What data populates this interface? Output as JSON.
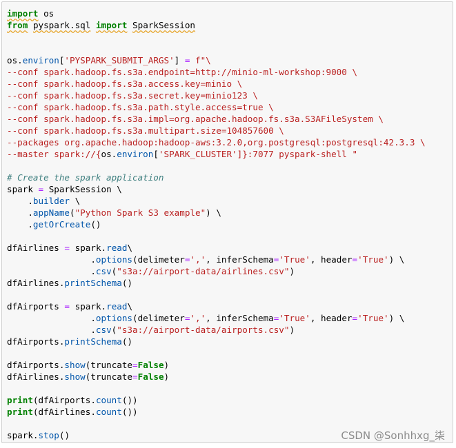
{
  "code": {
    "import_kw": "import",
    "from_kw": "from",
    "mod_os": "os",
    "mod_pyspark": "pyspark.sql",
    "cls_spark_session": "SparkSession",
    "environ_prefix": "os.",
    "environ": "environ",
    "submit_args_key": "'PYSPARK_SUBMIT_ARGS'",
    "assign": "=",
    "fstring_open": "f\"\\",
    "conf_lines": [
      "--conf spark.hadoop.fs.s3a.endpoint=http://minio-ml-workshop:9000 \\",
      "--conf spark.hadoop.fs.s3a.access.key=minio \\",
      "--conf spark.hadoop.fs.s3a.secret.key=minio123 \\",
      "--conf spark.hadoop.fs.s3a.path.style.access=true \\",
      "--conf spark.hadoop.fs.s3a.impl=org.apache.hadoop.fs.s3a.S3AFileSystem \\",
      "--conf spark.hadoop.fs.s3a.multipart.size=104857600 \\",
      "--packages org.apache.hadoop:hadoop-aws:3.2.0,org.postgresql:postgresql:42.3.3 \\"
    ],
    "master_prefix": "--master spark://{",
    "master_os": "os.",
    "master_environ": "environ",
    "cluster_key": "'SPARK_CLUSTER'",
    "master_suffix": "]}:7077 pyspark-shell \"",
    "comment": "# Create the spark application",
    "spark_var": "spark",
    "builder": "builder",
    "app_name_fn": "appName",
    "app_name_arg": "\"Python Spark S3 example\"",
    "get_or_create": "getOrCreate",
    "df_airlines": "dfAirlines",
    "df_airports": "dfAirports",
    "read": "read",
    "options": "options",
    "csv": "csv",
    "delimeter": "delimeter",
    "comma": "','",
    "infer_schema": "inferSchema",
    "true_str": "'True'",
    "header": "header",
    "airlines_path": "\"s3a://airport-data/airlines.csv\"",
    "airports_path": "\"s3a://airport-data/airports.csv\"",
    "print_schema": "printSchema",
    "show": "show",
    "truncate": "truncate",
    "false_kw": "False",
    "print_fn": "print",
    "count": "count",
    "stop": "stop"
  },
  "watermark": "CSDN @Sonhhxg_柒"
}
